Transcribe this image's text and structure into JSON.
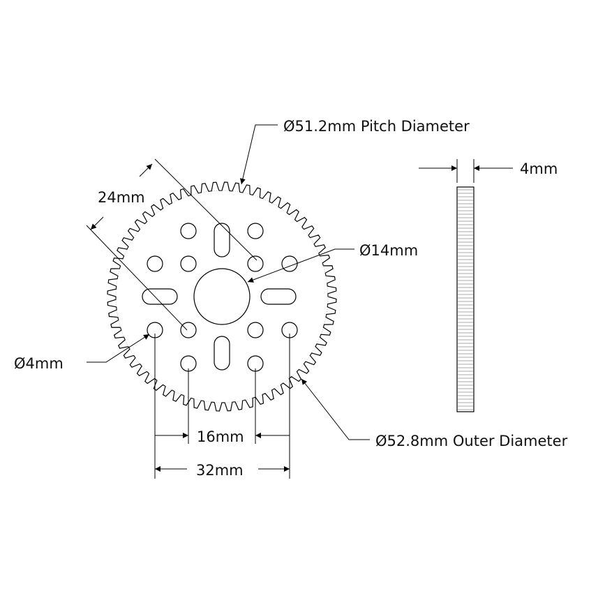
{
  "drawing": {
    "labels": {
      "pitch_diameter": "Ø51.2mm Pitch Diameter",
      "outer_diameter": "Ø52.8mm Outer Diameter",
      "bore": "Ø14mm",
      "hole": "Ø4mm",
      "thickness": "4mm",
      "pattern_24": "24mm",
      "pattern_16": "16mm",
      "pattern_32": "32mm"
    },
    "gear": {
      "tooth_count": 64
    }
  }
}
